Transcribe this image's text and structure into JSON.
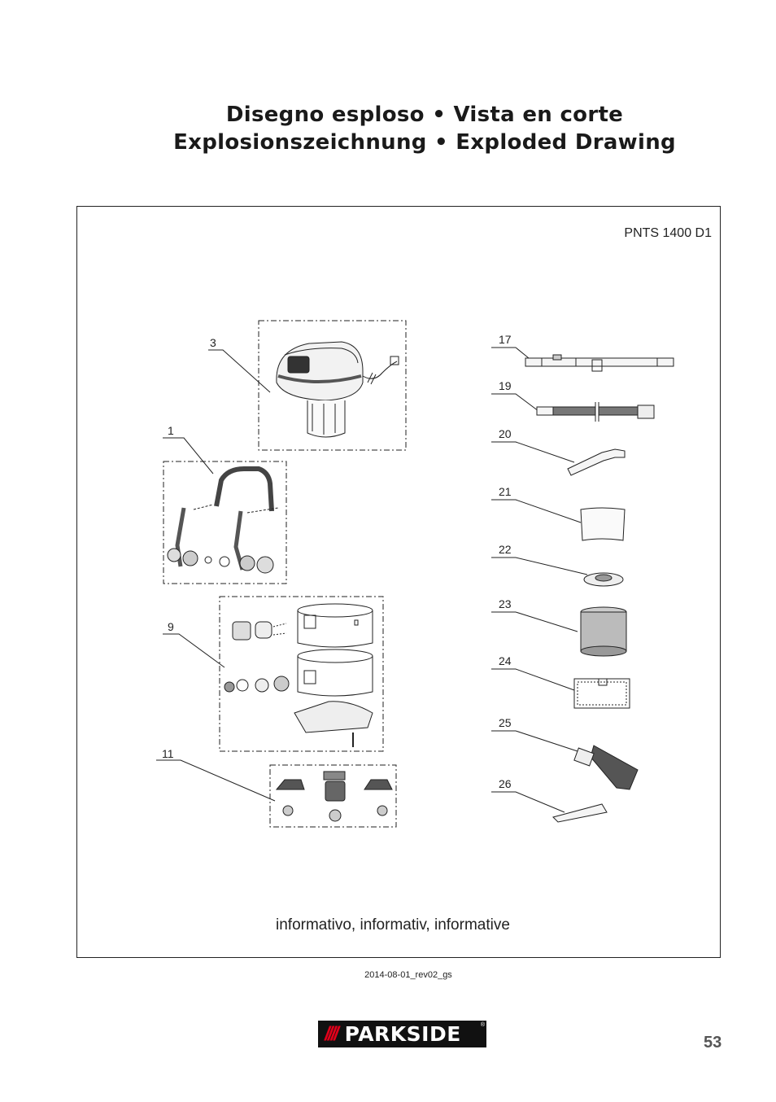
{
  "title_line1": "Disegno esploso • Vista en corte",
  "title_line2": "Explosionszeichnung • Exploded Drawing",
  "model": "PNTS 1400 D1",
  "note": "informativo, informativ, informative",
  "revision": "2014-08-01_rev02_gs",
  "brand": "PARKSIDE",
  "page_number": "53",
  "parts": {
    "p3": "3",
    "p1": "1",
    "p9": "9",
    "p11": "11",
    "p17": "17",
    "p19": "19",
    "p20": "20",
    "p21": "21",
    "p22": "22",
    "p23": "23",
    "p24": "24",
    "p25": "25",
    "p26": "26"
  }
}
